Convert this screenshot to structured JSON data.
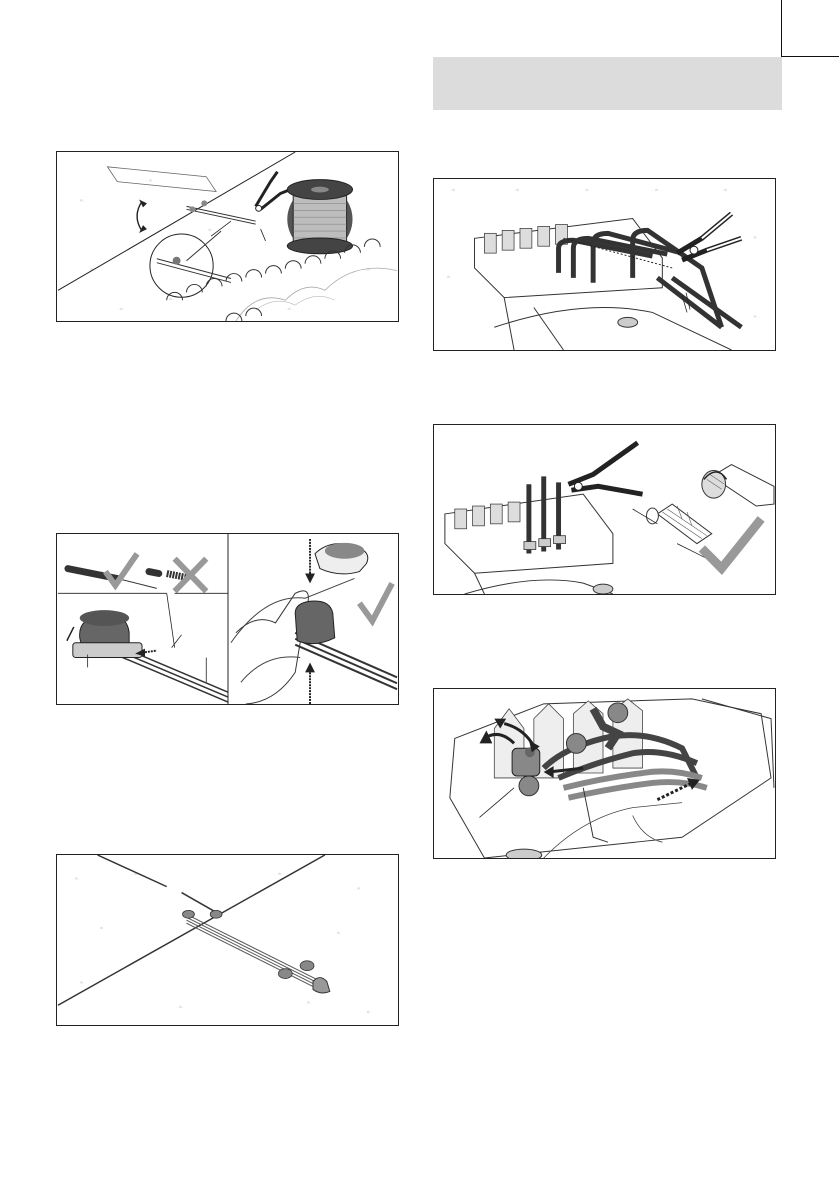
{
  "page": {
    "header_band": ""
  },
  "figures": [
    {
      "id": "fig-cut-wire-spool",
      "alt": ""
    },
    {
      "id": "fig-wire-connector",
      "alt": ""
    },
    {
      "id": "fig-wire-junction",
      "alt": ""
    },
    {
      "id": "fig-terminal-cut",
      "alt": ""
    },
    {
      "id": "fig-terminal-strip",
      "alt": ""
    },
    {
      "id": "fig-terminal-connect",
      "alt": ""
    }
  ],
  "colors": {
    "outline": "#222222",
    "header_band": "#dcdcdc",
    "wire_dark": "#444444",
    "wire_red": "#888888",
    "check_gray": "#999999",
    "spool_gray": "#bdbdbd"
  },
  "icons": [
    "checkmark-icon",
    "cross-icon",
    "arrow-icon",
    "pliers-icon",
    "spool-icon"
  ]
}
